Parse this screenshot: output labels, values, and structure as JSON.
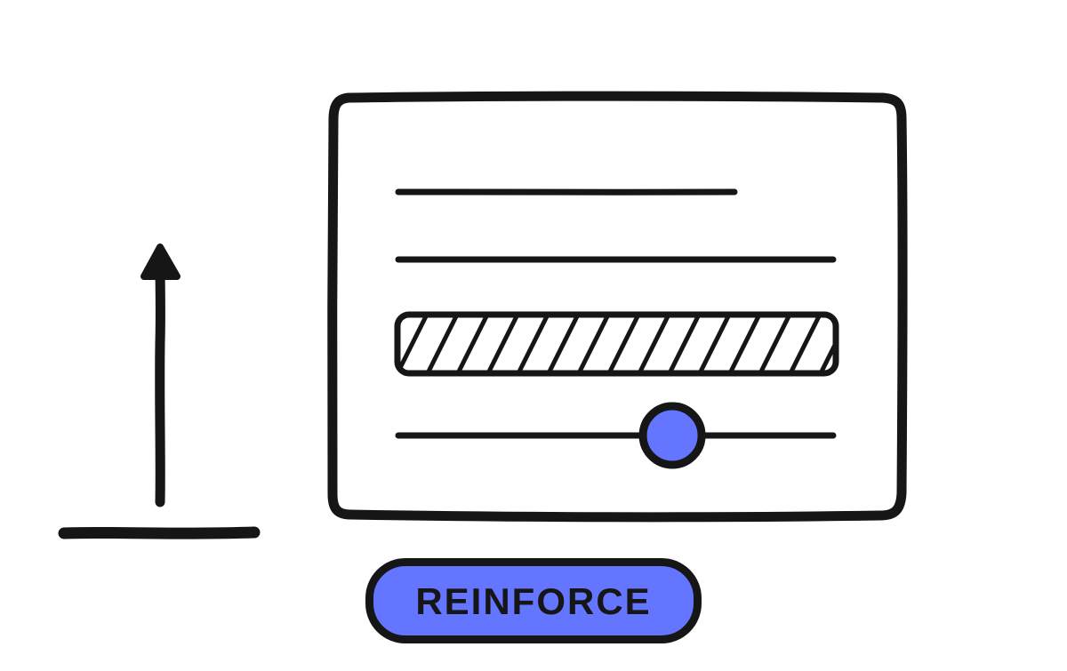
{
  "colors": {
    "ink": "#161616",
    "accent": "#6476ff",
    "background": "#ffffff"
  },
  "button": {
    "label": "REINFORCE"
  },
  "slider": {
    "value": 0.63
  },
  "progress": {
    "value": 1.0
  },
  "icons": {
    "up": "up-arrow-icon"
  }
}
